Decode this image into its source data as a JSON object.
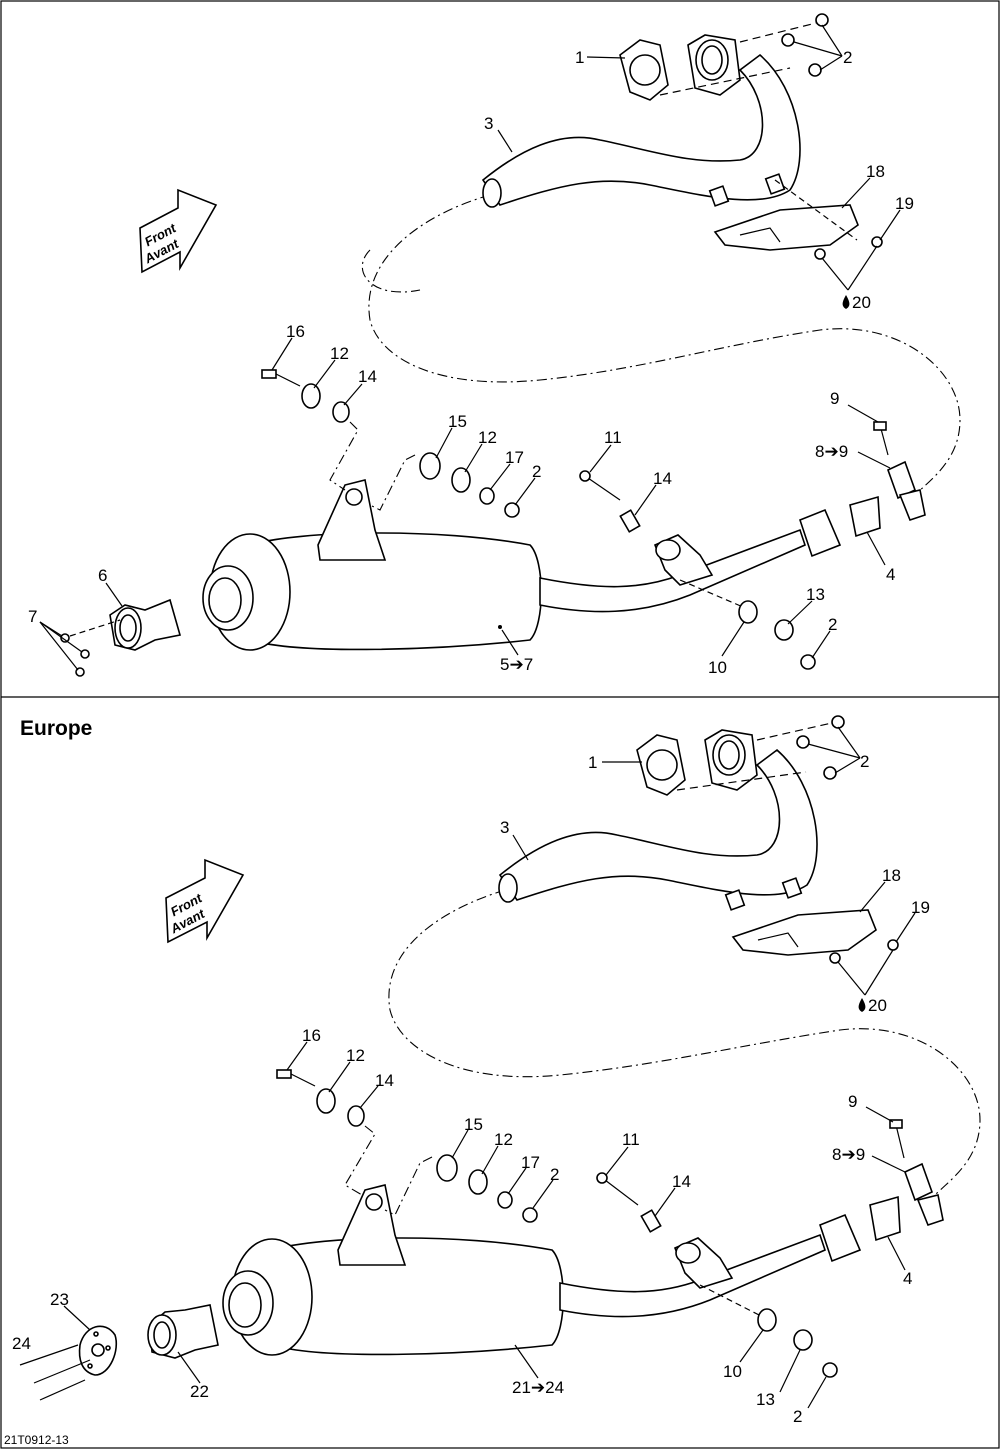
{
  "top_panel": {
    "direction_line1": "Front",
    "direction_line2": "Avant",
    "labels": [
      {
        "id": "t1",
        "text": "1"
      },
      {
        "id": "t2a",
        "text": "2"
      },
      {
        "id": "t3",
        "text": "3"
      },
      {
        "id": "t18",
        "text": "18"
      },
      {
        "id": "t19",
        "text": "19"
      },
      {
        "id": "t20",
        "text": "20"
      },
      {
        "id": "t16",
        "text": "16"
      },
      {
        "id": "t12a",
        "text": "12"
      },
      {
        "id": "t14a",
        "text": "14"
      },
      {
        "id": "t15",
        "text": "15"
      },
      {
        "id": "t12b",
        "text": "12"
      },
      {
        "id": "t17",
        "text": "17"
      },
      {
        "id": "t2b",
        "text": "2"
      },
      {
        "id": "t11",
        "text": "11"
      },
      {
        "id": "t14b",
        "text": "14"
      },
      {
        "id": "t9",
        "text": "9"
      },
      {
        "id": "t89",
        "text": "8➔9"
      },
      {
        "id": "t4",
        "text": "4"
      },
      {
        "id": "t6",
        "text": "6"
      },
      {
        "id": "t7",
        "text": "7"
      },
      {
        "id": "t57",
        "text": "5➔7"
      },
      {
        "id": "t13",
        "text": "13"
      },
      {
        "id": "t2c",
        "text": "2"
      },
      {
        "id": "t10",
        "text": "10"
      }
    ]
  },
  "bottom_panel": {
    "title": "Europe",
    "direction_line1": "Front",
    "direction_line2": "Avant",
    "labels": [
      {
        "id": "b1",
        "text": "1"
      },
      {
        "id": "b2a",
        "text": "2"
      },
      {
        "id": "b3",
        "text": "3"
      },
      {
        "id": "b18",
        "text": "18"
      },
      {
        "id": "b19",
        "text": "19"
      },
      {
        "id": "b20",
        "text": "20"
      },
      {
        "id": "b16",
        "text": "16"
      },
      {
        "id": "b12a",
        "text": "12"
      },
      {
        "id": "b14a",
        "text": "14"
      },
      {
        "id": "b15",
        "text": "15"
      },
      {
        "id": "b12b",
        "text": "12"
      },
      {
        "id": "b17",
        "text": "17"
      },
      {
        "id": "b2b",
        "text": "2"
      },
      {
        "id": "b11",
        "text": "11"
      },
      {
        "id": "b14b",
        "text": "14"
      },
      {
        "id": "b9",
        "text": "9"
      },
      {
        "id": "b89",
        "text": "8➔9"
      },
      {
        "id": "b4",
        "text": "4"
      },
      {
        "id": "b23",
        "text": "23"
      },
      {
        "id": "b24",
        "text": "24"
      },
      {
        "id": "b22",
        "text": "22"
      },
      {
        "id": "b2124",
        "text": "21➔24"
      },
      {
        "id": "b10",
        "text": "10"
      },
      {
        "id": "b13",
        "text": "13"
      },
      {
        "id": "b2c",
        "text": "2"
      }
    ]
  },
  "footer": {
    "code": "21T0912-13"
  }
}
